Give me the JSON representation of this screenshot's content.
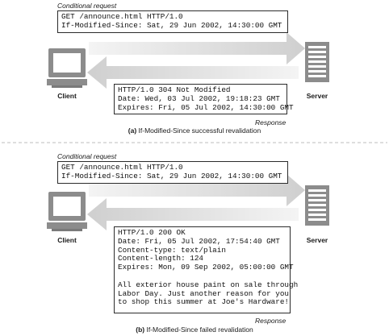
{
  "panel_a": {
    "request_label": "Conditional request",
    "request_lines": [
      "GET /announce.html HTTP/1.0",
      "If-Modified-Since: Sat, 29 Jun 2002, 14:30:00 GMT"
    ],
    "response_label": "Response",
    "response_lines": [
      "HTTP/1.0 304 Not Modified",
      "Date: Wed, 03 Jul 2002, 19:18:23 GMT",
      "Expires: Fri, 05 Jul 2002, 14:30:00 GMT"
    ],
    "client_label": "Client",
    "server_label": "Server",
    "caption_letter": "(a)",
    "caption_text": " If-Modified-Since successful revalidation"
  },
  "panel_b": {
    "request_label": "Conditional request",
    "request_lines": [
      "GET /announce.html HTTP/1.0",
      "If-Modified-Since: Sat, 29 Jun 2002, 14:30:00 GMT"
    ],
    "response_label": "Response",
    "response_lines": [
      "HTTP/1.0 200 OK",
      "Date: Fri, 05 Jul 2002, 17:54:40 GMT",
      "Content-type: text/plain",
      "Content-length: 124",
      "Expires: Mon, 09 Sep 2002, 05:00:00 GMT",
      "",
      "All exterior house paint on sale through",
      "Labor Day. Just another reason for you",
      "to shop this summer at Joe's Hardware!"
    ],
    "client_label": "Client",
    "server_label": "Server",
    "caption_letter": "(b)",
    "caption_text": " If-Modified-Since failed revalidation"
  },
  "colors": {
    "arrow_fill": "#d9d9d9",
    "arrow_light": "#ececec",
    "icon_gray": "#8c8c8c",
    "divider": "#bdbdbd"
  },
  "icons": [
    "client-computer-icon",
    "server-tower-icon"
  ]
}
